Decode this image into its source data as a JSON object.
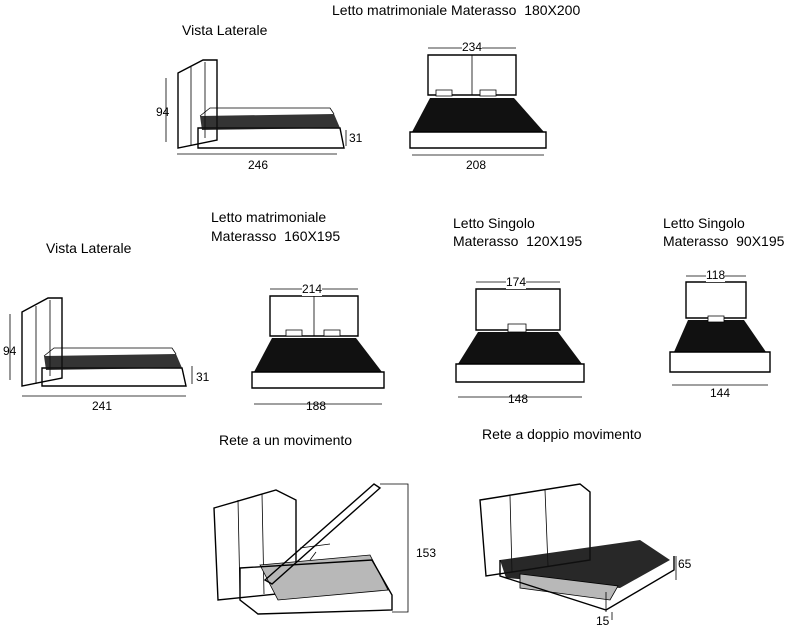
{
  "sections": {
    "top_title": "Letto matrimoniale Materasso  180X200",
    "top_side_label": "Vista Laterale",
    "mid_side_label": "Vista Laterale",
    "mid_double_line1": "Letto matrimoniale",
    "mid_double_line2": "Materasso  160X195",
    "mid_single120_line1": "Letto Singolo",
    "mid_single120_line2": "Materasso  120X195",
    "mid_single90_line1": "Letto Singolo",
    "mid_single90_line2": "Materasso  90X195",
    "bottom_single_mech": "Rete a un movimento",
    "bottom_double_mech": "Rete a doppio movimento"
  },
  "dimensions": {
    "top_side_height": "94",
    "top_side_length": "246",
    "top_side_base": "31",
    "top_front_head": "234",
    "top_front_width": "208",
    "mid_side_height": "94",
    "mid_side_length": "241",
    "mid_side_base": "31",
    "mid_double_head": "214",
    "mid_double_width": "188",
    "mid_single120_head": "174",
    "mid_single120_width": "148",
    "mid_single90_head": "118",
    "mid_single90_width": "144",
    "lift_height": "153",
    "double_lift_height": "65",
    "double_lift_depth": "15"
  }
}
